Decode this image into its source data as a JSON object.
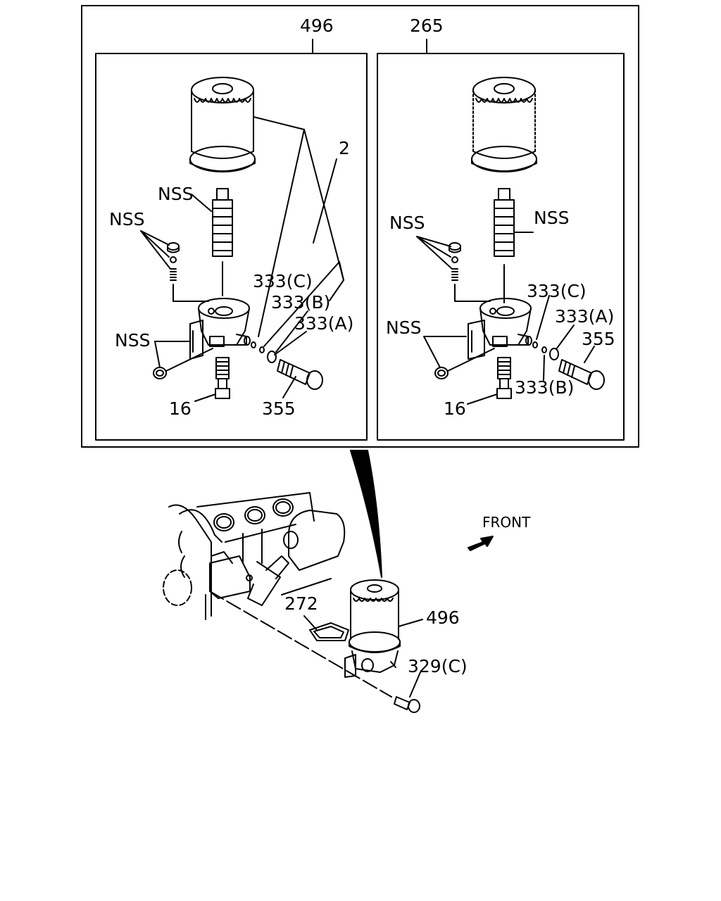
{
  "panels": [
    {
      "number": "496",
      "callouts": {
        "part_2": "2",
        "nss_stud": "NSS",
        "nss_valve": "NSS",
        "nss_plug": "NSS",
        "oring_c": "333(C)",
        "oring_b": "333(B)",
        "oring_a": "333(A)",
        "bolt_355": "355",
        "bolt_16": "16"
      }
    },
    {
      "number": "265",
      "callouts": {
        "nss_stud": "NSS",
        "nss_valve": "NSS",
        "nss_plug": "NSS",
        "oring_c": "333(C)",
        "oring_a": "333(A)",
        "oring_b": "333(B)",
        "bolt_355": "355",
        "bolt_16": "16"
      }
    }
  ],
  "engine_view": {
    "gasket": "272",
    "filter": "496",
    "bolt": "329(C)",
    "front": "FRONT"
  }
}
